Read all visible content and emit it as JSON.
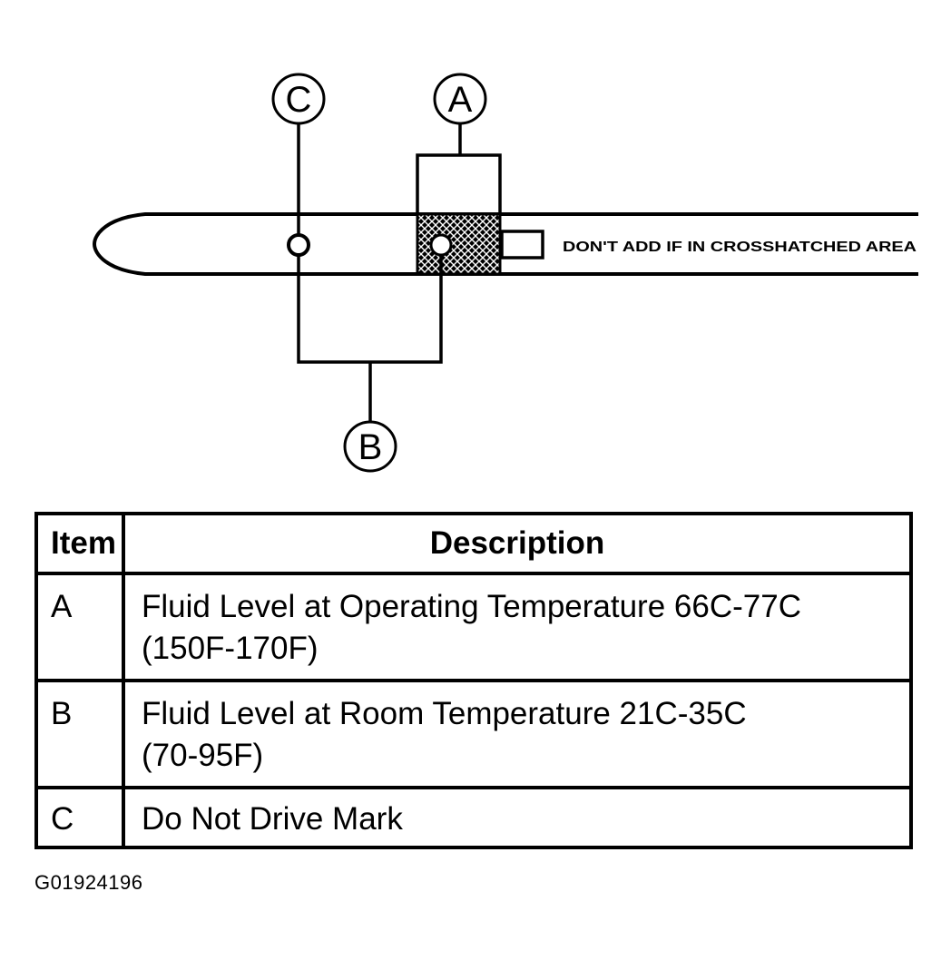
{
  "callouts": {
    "a": "A",
    "b": "B",
    "c": "C"
  },
  "dipstick_note": "DON'T ADD IF IN CROSSHATCHED AREA",
  "table": {
    "headers": {
      "item": "Item",
      "description": "Description"
    },
    "rows": [
      {
        "item": "A",
        "description_line1": "Fluid Level at Operating Temperature 66C-77C",
        "description_line2": "(150F-170F)"
      },
      {
        "item": "B",
        "description_line1": "Fluid Level at Room Temperature 21C-35C",
        "description_line2": "(70-95F)"
      },
      {
        "item": "C",
        "description_line1": "Do Not Drive Mark",
        "description_line2": ""
      }
    ]
  },
  "figure_code": "G01924196",
  "colors": {
    "ink": "#000000",
    "paper": "#ffffff"
  }
}
